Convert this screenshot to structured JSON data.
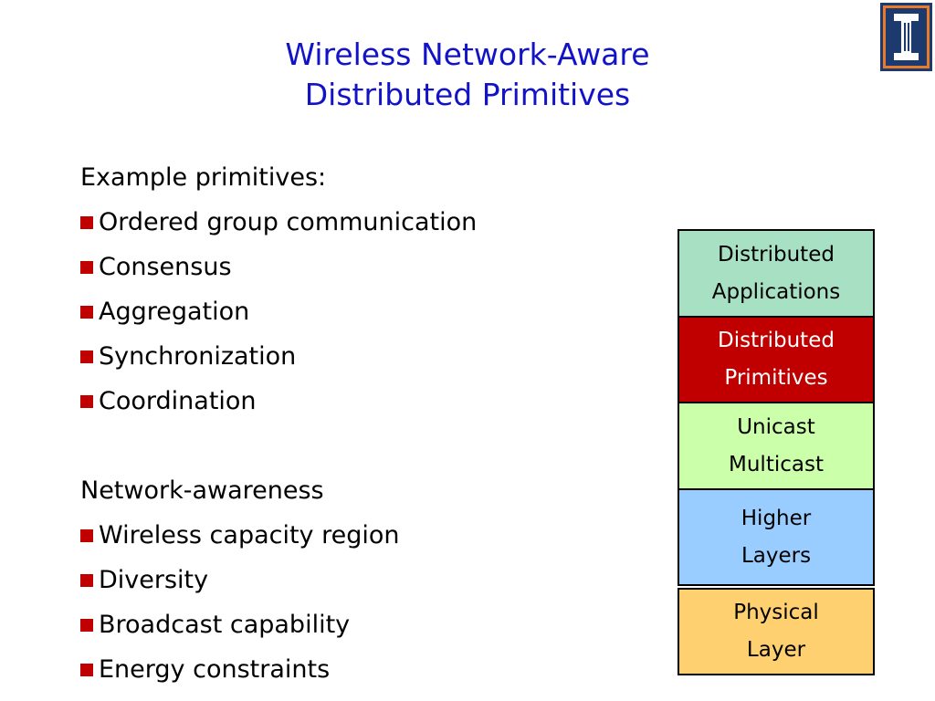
{
  "slide": {
    "title_line1": "Wireless Network-Aware",
    "title_line2": "Distributed Primitives",
    "title_color": "#1212c8",
    "bullet_color": "#c00000",
    "logo": "illinois-i-logo"
  },
  "sections": [
    {
      "heading": "Example primitives:",
      "items": [
        "Ordered group communication",
        "Consensus",
        "Aggregation",
        "Synchronization",
        "Coordination"
      ]
    },
    {
      "heading": "Network-awareness",
      "items": [
        "Wireless capacity region",
        "Diversity",
        "Broadcast capability",
        "Energy constraints"
      ]
    }
  ],
  "stack": [
    {
      "line1": "Distributed",
      "line2": "Applications",
      "bg": "#a8e0c4",
      "fg": "#000000"
    },
    {
      "line1": "Distributed",
      "line2": "Primitives",
      "bg": "#c00000",
      "fg": "#ffffff"
    },
    {
      "line1": "Unicast",
      "line2": "Multicast",
      "bg": "#ccffaa",
      "fg": "#000000"
    },
    {
      "line1": "Higher",
      "line2": "Layers",
      "bg": "#99ccff",
      "fg": "#000000"
    },
    {
      "line1": "Physical",
      "line2": "Layer",
      "bg": "#ffd070",
      "fg": "#000000"
    }
  ]
}
